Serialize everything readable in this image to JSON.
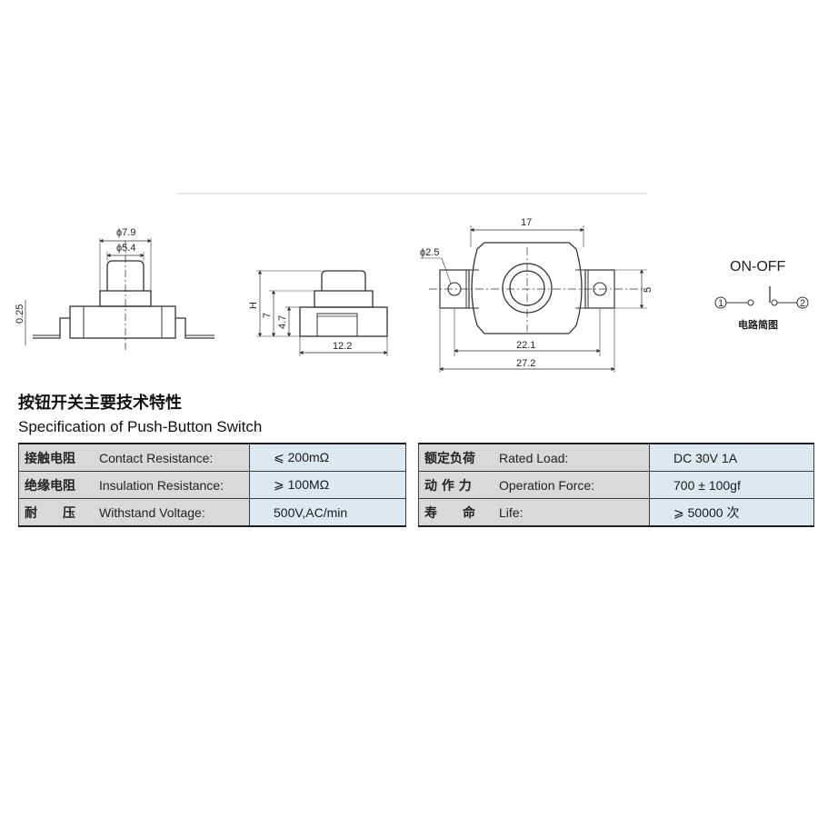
{
  "drawing": {
    "left_view": {
      "dim_outer": "ϕ7.9",
      "dim_inner": "ϕ5.4",
      "dim_side": "0.25"
    },
    "middle_view": {
      "dim_h": "H",
      "dim_7": "7",
      "dim_4_7": "4.7",
      "dim_width": "12.2"
    },
    "top_view": {
      "dim_hole": "ϕ2.5",
      "dim_top": "17",
      "dim_inner": "22.1",
      "dim_outer": "27.2",
      "dim_right": "5"
    },
    "circuit": {
      "title": "ON-OFF",
      "terminal_1": "1",
      "terminal_2": "2",
      "caption": "电路简图"
    }
  },
  "specs": {
    "title_cn": "按钮开关主要技术特性",
    "title_en": "Specification of Push-Button Switch",
    "rows": [
      {
        "left": {
          "cn": "接触电阻",
          "en": "Contact Resistance:",
          "value": "⩽ 200mΩ"
        },
        "right": {
          "cn": "额定负荷",
          "en": "Rated Load:",
          "value": "DC 30V 1A"
        }
      },
      {
        "left": {
          "cn": "绝缘电阻",
          "en": "Insulation Resistance:",
          "value": "⩾ 100MΩ"
        },
        "right": {
          "cn": "动 作 力",
          "en": "Operation Force:",
          "value": "700 ± 100gf"
        }
      },
      {
        "left": {
          "cn": "耐　　压",
          "en": "Withstand Voltage:",
          "value": "500V,AC/min"
        },
        "right": {
          "cn": "寿　　命",
          "en": "Life:",
          "value": "⩾ 50000 次"
        }
      }
    ]
  }
}
